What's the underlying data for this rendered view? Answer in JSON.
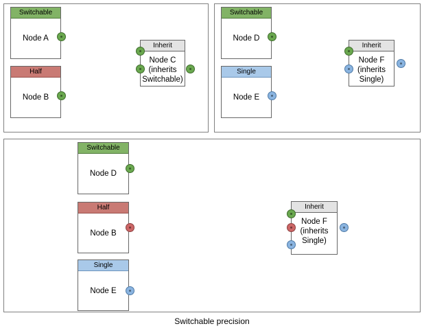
{
  "diagram": {
    "caption": "Switchable precision",
    "colors": {
      "switchable": "#82b366",
      "half": "#c97a74",
      "single": "#a9c9e9",
      "inherit": "#e3e3e3",
      "panel_border": "#808080",
      "node_border": "#666666",
      "edge": "#4d4d4d"
    }
  },
  "panels": [
    {
      "id": "panel-a",
      "nodes": [
        {
          "id": "node-a",
          "type_label": "Switchable",
          "name": "Node A",
          "port_color": "green"
        },
        {
          "id": "node-b",
          "type_label": "Half",
          "name": "Node B",
          "port_color": "green"
        },
        {
          "id": "node-c",
          "type_label": "Inherit",
          "name": "Node C (inherits Switchable)",
          "name_line1": "Node C",
          "name_line2": "(inherits",
          "name_line3": "Switchable)",
          "port_color": "green"
        }
      ],
      "edges": [
        {
          "from": "node-a",
          "to": "node-c",
          "port_color": "green"
        },
        {
          "from": "node-b",
          "to": "node-c",
          "port_color": "green"
        }
      ]
    },
    {
      "id": "panel-b",
      "nodes": [
        {
          "id": "node-d",
          "type_label": "Switchable",
          "name": "Node D",
          "port_color": "green"
        },
        {
          "id": "node-e",
          "type_label": "Single",
          "name": "Node E",
          "port_color": "blue"
        },
        {
          "id": "node-f",
          "type_label": "Inherit",
          "name": "Node F (inherits Single)",
          "name_line1": "Node F",
          "name_line2": "(inherits",
          "name_line3": "Single)",
          "port_color": "blue"
        }
      ],
      "edges": [
        {
          "from": "node-d",
          "to": "node-f",
          "port_color": "green"
        },
        {
          "from": "node-e",
          "to": "node-f",
          "port_color": "blue"
        }
      ]
    },
    {
      "id": "panel-c",
      "nodes": [
        {
          "id": "node-d2",
          "type_label": "Switchable",
          "name": "Node D",
          "port_color": "green"
        },
        {
          "id": "node-b2",
          "type_label": "Half",
          "name": "Node B",
          "port_color": "red"
        },
        {
          "id": "node-e2",
          "type_label": "Single",
          "name": "Node E",
          "port_color": "blue"
        },
        {
          "id": "node-f2",
          "type_label": "Inherit",
          "name": "Node F (inherits Single)",
          "name_line1": "Node F",
          "name_line2": "(inherits",
          "name_line3": "Single)",
          "port_color": "blue"
        }
      ],
      "edges": [
        {
          "from": "node-d2",
          "to": "node-f2",
          "port_color": "green"
        },
        {
          "from": "node-b2",
          "to": "node-f2",
          "port_color": "red"
        },
        {
          "from": "node-e2",
          "to": "node-f2",
          "port_color": "blue"
        }
      ]
    }
  ]
}
